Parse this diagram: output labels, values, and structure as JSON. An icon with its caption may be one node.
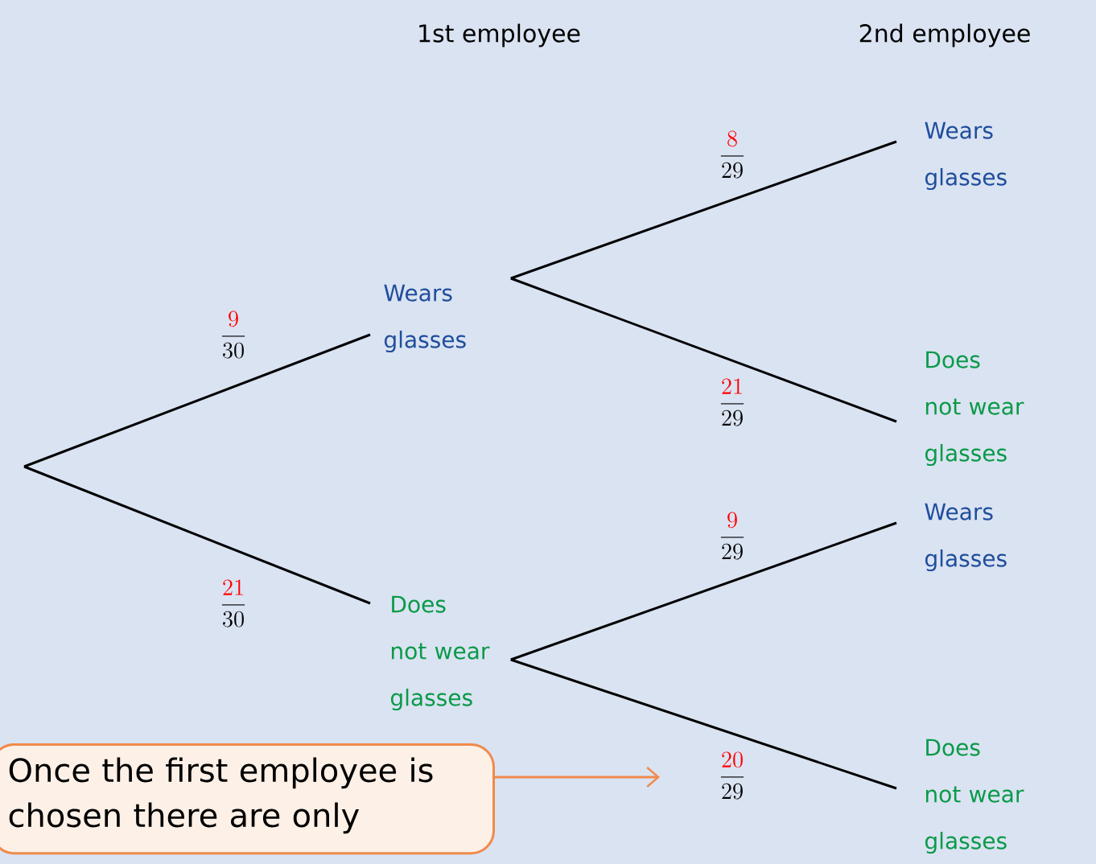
{
  "diagram": {
    "nodes": [
      {
        "text": [
          "Wears glasses"
        ]
      },
      {
        "text": [
          "Does not wear glasses"
        ]
      },
      {
        "text": [
          "Wears glasses"
        ]
      },
      {
        "text": [
          "Does not wear glasses"
        ]
      },
      {
        "text": [
          "Wears glasses"
        ]
      },
      {
        "text": [
          "Does not wear glasses"
        ]
      },
      {
        "text": [
          "Once the first employee is chosen there are only"
        ]
      }
    ],
    "edges": [
      {
        "from": null,
        "to": 0,
        "arrow": "none",
        "label": "\\frac{\\textcolor{red}{9}}{30}"
      },
      {
        "from": null,
        "to": 1,
        "arrow": "none",
        "label": "\\frac{\\textcolor{red}{21}}{30}"
      },
      {
        "from": 0,
        "to": 2,
        "arrow": "none",
        "label": "\\frac{\\textcolor{red}{8}}{29}"
      },
      {
        "from": 0,
        "to": 3,
        "arrow": "none",
        "label": "\\frac{\\textcolor{red}{21}}{29}"
      },
      {
        "from": 1,
        "to": 4,
        "arrow": "none",
        "label": "\\frac{\\textcolor{red}{9}}{29}"
      },
      {
        "from": 1,
        "to": 5,
        "arrow": "none",
        "label": "\\frac{\\textcolor{red}{20}}{29}"
      },
      {
        "from": 6,
        "to": null,
        "arrow": "to",
        "color": "#f08a4b"
      }
    ],
    "labels": [
      "1st employee",
      "2nd employee"
    ]
  }
}
